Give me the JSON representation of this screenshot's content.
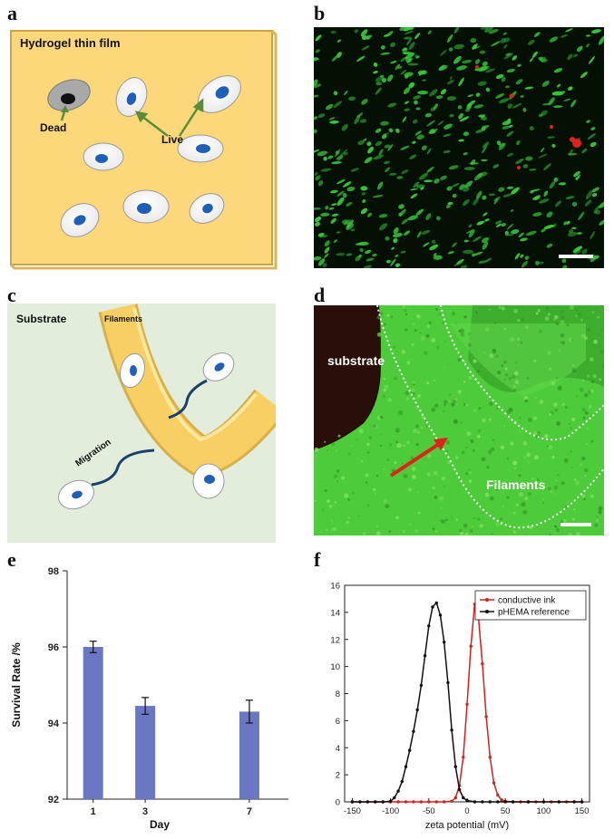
{
  "panels": {
    "a": {
      "label": "a",
      "title": "Hydrogel thin film",
      "dead_label": "Dead",
      "live_label": "Live"
    },
    "b": {
      "label": "b"
    },
    "c": {
      "label": "c",
      "substrate_label": "Substrate",
      "filaments_label": "Filaments",
      "migration_label": "Migration"
    },
    "d": {
      "label": "d",
      "substrate_label": "substrate",
      "filaments_label": "Filaments"
    },
    "e": {
      "label": "e"
    },
    "f": {
      "label": "f"
    }
  },
  "colors": {
    "hydrogel": "#fcd87a",
    "substrate_bg": "#e2eddc",
    "filament": "#f7cf63",
    "nucleus": "#1f5fb8",
    "live_stain": "#39c83a",
    "dead_stain": "#e0221a",
    "bar": "#6a78c4",
    "zeta_ink": "#d61f1f",
    "zeta_ref": "#111111"
  },
  "chart_data": [
    {
      "panel": "e",
      "type": "bar",
      "categories": [
        "1",
        "3",
        "7"
      ],
      "x": [
        1,
        3,
        7
      ],
      "values": [
        96.0,
        94.45,
        94.3
      ],
      "errors": [
        0.15,
        0.22,
        0.3
      ],
      "xlabel": "Day",
      "ylabel": "Survival Rate /%",
      "ylim": [
        92,
        98
      ],
      "yticks": [
        "92",
        "94",
        "96",
        "98"
      ],
      "xlim": [
        0,
        8.5
      ],
      "grid": false
    },
    {
      "panel": "f",
      "type": "line",
      "xlabel": "zeta potential (mV)",
      "ylabel": "",
      "xlim": [
        -160,
        160
      ],
      "ylim": [
        0,
        16
      ],
      "xticks": [
        "-150",
        "-100",
        "-50",
        "0",
        "50",
        "100",
        "150"
      ],
      "yticks": [
        "0",
        "2",
        "4",
        "6",
        "8",
        "10",
        "12",
        "14",
        "16"
      ],
      "legend_position": "top-right",
      "grid": false,
      "series": [
        {
          "name": "conductive ink",
          "color": "#d61f1f",
          "x": [
            -150,
            -140,
            -130,
            -120,
            -110,
            -100,
            -90,
            -80,
            -70,
            -60,
            -50,
            -40,
            -30,
            -20,
            -15,
            -10,
            -5,
            0,
            5,
            10,
            15,
            20,
            25,
            30,
            35,
            40,
            45,
            50,
            60,
            70,
            80,
            90,
            100,
            110,
            120,
            130,
            140,
            150
          ],
          "y": [
            0,
            0,
            0,
            0,
            0,
            0,
            0,
            0,
            0,
            0,
            0,
            0,
            0,
            0.05,
            0.3,
            1.2,
            3.3,
            7.2,
            11.5,
            14.6,
            13.5,
            10.2,
            6.3,
            3.3,
            1.4,
            0.5,
            0.15,
            0.05,
            0,
            0,
            0,
            0,
            0,
            0,
            0,
            0,
            0,
            0
          ]
        },
        {
          "name": "pHEMA reference",
          "color": "#111111",
          "x": [
            -150,
            -140,
            -130,
            -120,
            -110,
            -100,
            -95,
            -90,
            -85,
            -80,
            -75,
            -70,
            -65,
            -60,
            -55,
            -50,
            -45,
            -40,
            -35,
            -30,
            -25,
            -20,
            -15,
            -10,
            -5,
            0,
            10,
            20,
            30,
            40,
            50,
            60,
            80,
            100,
            120,
            140,
            150
          ],
          "y": [
            0,
            0,
            0,
            0,
            0,
            0.05,
            0.3,
            0.8,
            1.5,
            2.6,
            3.8,
            5.2,
            6.8,
            8.6,
            10.8,
            13.0,
            14.4,
            14.7,
            13.8,
            11.8,
            8.8,
            5.3,
            2.6,
            0.9,
            0.3,
            0.1,
            0,
            0,
            0,
            0,
            0,
            0,
            0,
            0,
            0,
            0,
            0
          ]
        }
      ]
    }
  ]
}
